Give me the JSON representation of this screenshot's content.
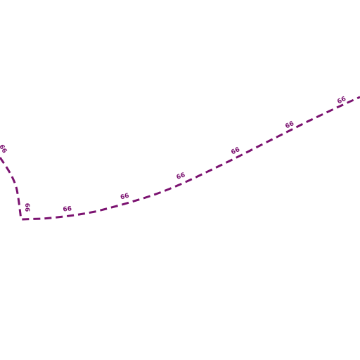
{
  "map": {
    "background": "#ffffff",
    "route": {
      "ref": "66",
      "color": "#7b1270",
      "style": "dashed"
    },
    "labels": [
      {
        "text": "66"
      },
      {
        "text": "66"
      },
      {
        "text": "66"
      },
      {
        "text": "66"
      },
      {
        "text": "66"
      },
      {
        "text": "66"
      },
      {
        "text": "66"
      },
      {
        "text": "66"
      }
    ]
  }
}
